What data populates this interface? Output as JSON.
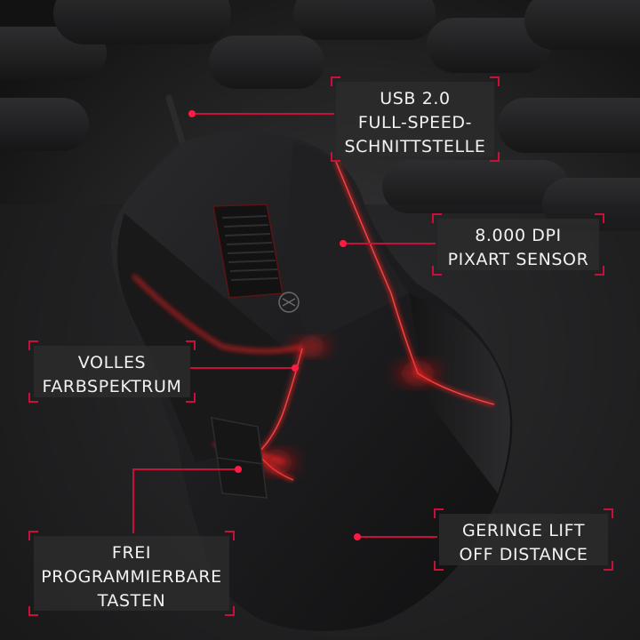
{
  "callouts": {
    "usb": {
      "lines": [
        "USB 2.0",
        "FULL-SPEED-",
        "SCHNITTSTELLE"
      ]
    },
    "dpi": {
      "lines": [
        "8.000 DPI",
        "PIXART SENSOR"
      ]
    },
    "color": {
      "lines": [
        "VOLLES",
        "FARBSPEKTRUM"
      ]
    },
    "keys": {
      "lines": [
        "FREI",
        "PROGRAMMIERBARE",
        "TASTEN"
      ]
    },
    "lift": {
      "lines": [
        "GERINGE LIFT",
        "OFF DISTANCE"
      ]
    }
  },
  "colors": {
    "accent": "#c8103a",
    "background": "#141414",
    "mouse_body": "#1b1b1d",
    "glow": "#ff2020"
  }
}
